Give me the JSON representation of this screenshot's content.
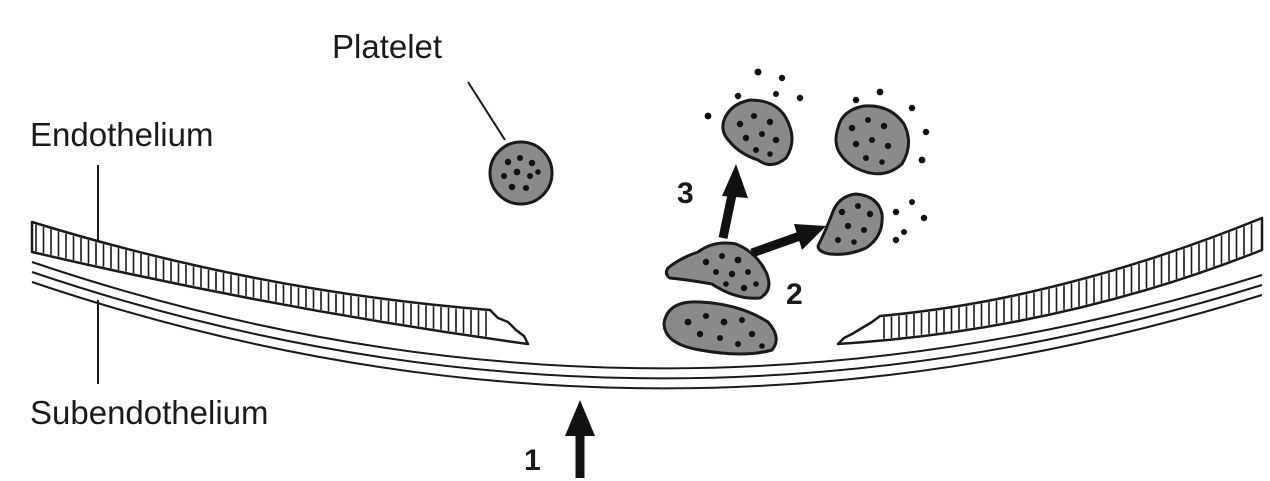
{
  "labels": {
    "platelet": "Platelet",
    "endothelium": "Endothelium",
    "subendothelium": "Subendothelium",
    "step1": "1",
    "step2": "2",
    "step3": "3"
  },
  "colors": {
    "platelet_fill": "#8a8a8a",
    "outline": "#1a1a1a",
    "background": "#ffffff"
  }
}
